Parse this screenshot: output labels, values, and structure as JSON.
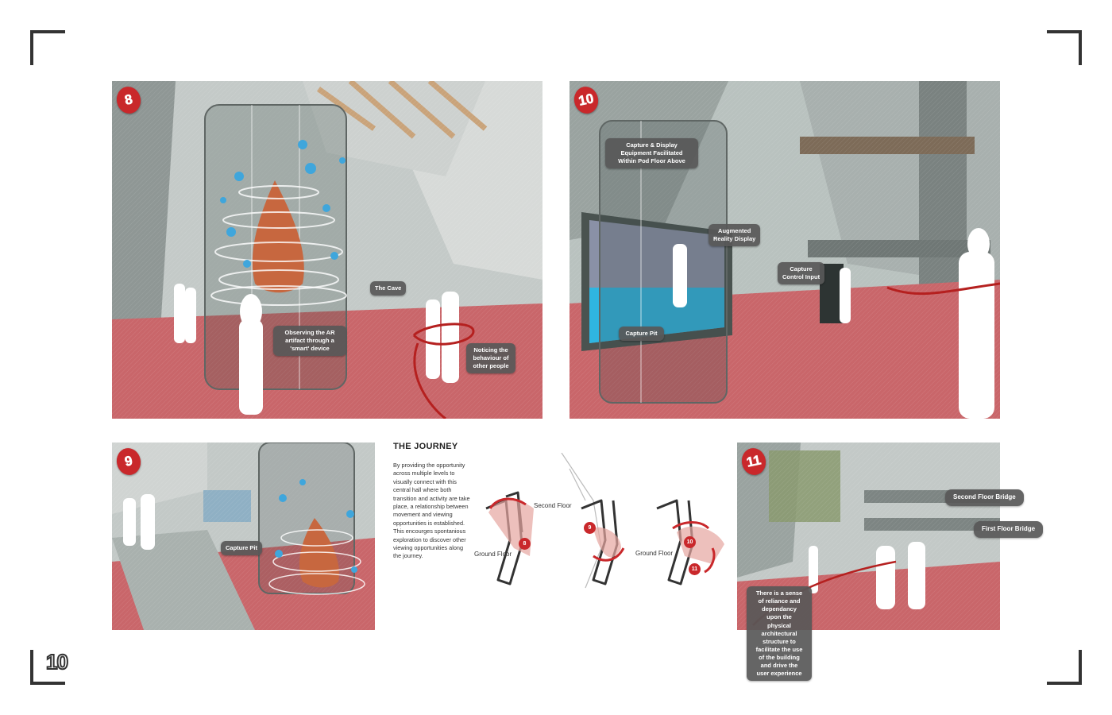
{
  "page_number": "10",
  "journey": {
    "title": "THE JOURNEY",
    "body": "By providing the opportunity across multiple levels to visually connect with this central hall where both transition and activity are take place, a relationship between movement and viewing opportunities is established. This encourges spontanious exploration to discover other viewing opportunities along the journey."
  },
  "panels": {
    "p8": {
      "badge": "8",
      "labels": {
        "cave": "The Cave",
        "observing": "Observing the AR\nartifact through a\n'smart' device",
        "noticing": "Noticing the\nbehaviour of\nother people"
      }
    },
    "p10": {
      "badge": "10",
      "labels": {
        "capture_display": "Capture & Display\nEquipment Facilitated\nWithin Pod Floor Above",
        "augmented": "Augmented\nReality Display",
        "capture_input": "Capture\nControl Input",
        "capture_pit": "Capture Pit"
      }
    },
    "p9": {
      "badge": "9",
      "labels": {
        "capture_pit": "Capture Pit"
      }
    },
    "p11": {
      "badge": "11",
      "labels": {
        "second_bridge": "Second Floor Bridge",
        "first_bridge": "First Floor Bridge",
        "reliance": "There is a sense\nof reliance and\ndependancy\nupon the\nphysical\narchitectural\nstructure to\nfacilitate the use\nof the building\nand drive the\nuser experience"
      }
    }
  },
  "diagrams": {
    "labels": {
      "ground_floor": "Ground Floor",
      "second_floor": "Second Floor"
    },
    "badges": [
      "8",
      "9",
      "10",
      "11"
    ]
  },
  "colors": {
    "accent_red": "#c9282b",
    "floor_red": "#c9666a",
    "concrete": "#bfc6c4",
    "label_grey": "#585858"
  }
}
